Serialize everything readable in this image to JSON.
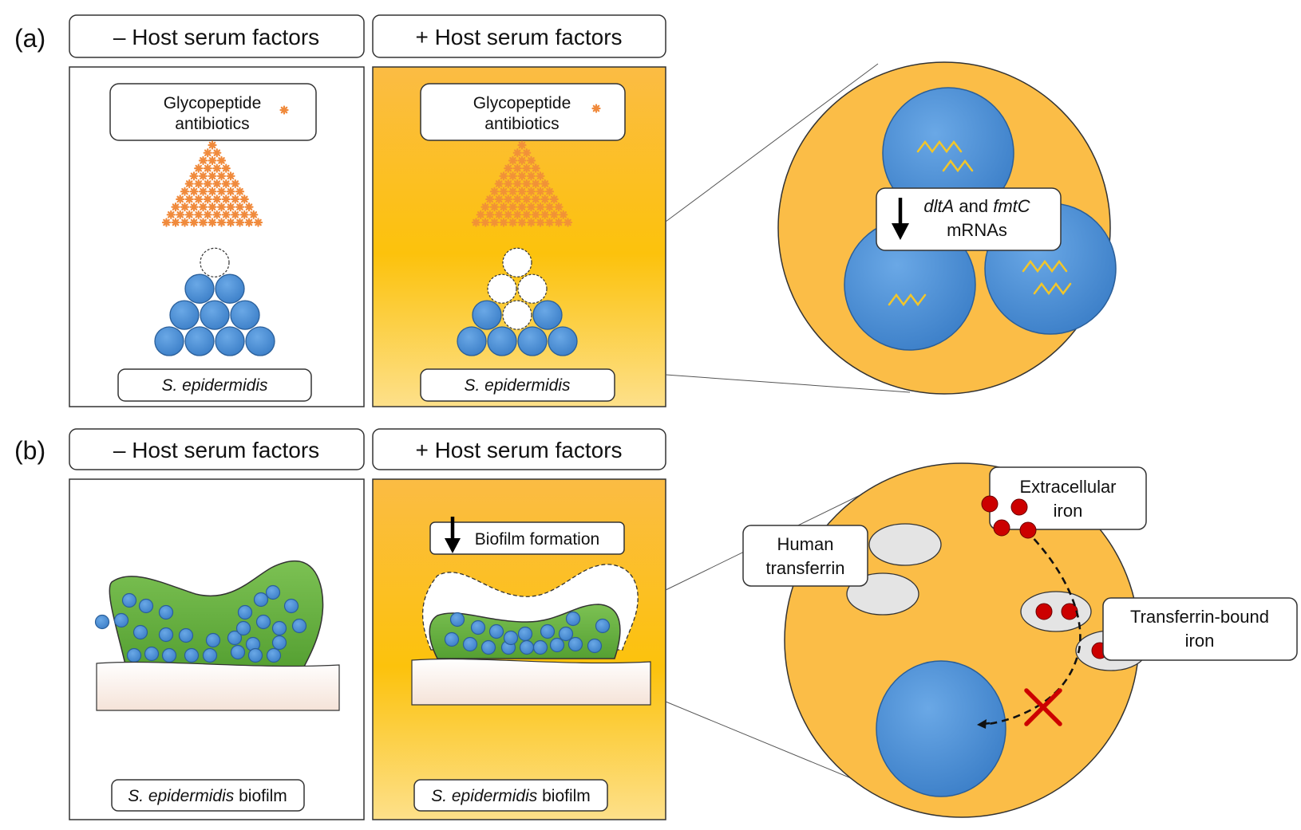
{
  "panel_a": {
    "label": "(a)",
    "header_minus": "– Host serum factors",
    "header_plus": "+ Host serum factors",
    "antibiotic_line1": "Glycopeptide",
    "antibiotic_line2": "antibiotics",
    "organism": "S. epidermidis",
    "zoom_gene1": "dltA",
    "zoom_and": " and ",
    "zoom_gene2": "fmtC",
    "zoom_line2": "mRNAs"
  },
  "panel_b": {
    "label": "(b)",
    "header_minus": "– Host serum factors",
    "header_plus": "+ Host serum factors",
    "biofilm_effect": "Biofilm formation",
    "organism": "S. epidermidis",
    "biofilm_word": " biofilm",
    "extracellular_line1": "Extracellular",
    "extracellular_line2": "iron",
    "transferrin_line1": "Human",
    "transferrin_line2": "transferrin",
    "bound_line1": "Transferrin-bound",
    "bound_line2": "iron"
  },
  "colors": {
    "bacterium_blue": "#4a8fd6",
    "serum_orange": "#fbbf45",
    "biofilm_green": "#66b045",
    "antibiotic_orange": "#f08a3c",
    "iron_red": "#cc0000"
  }
}
